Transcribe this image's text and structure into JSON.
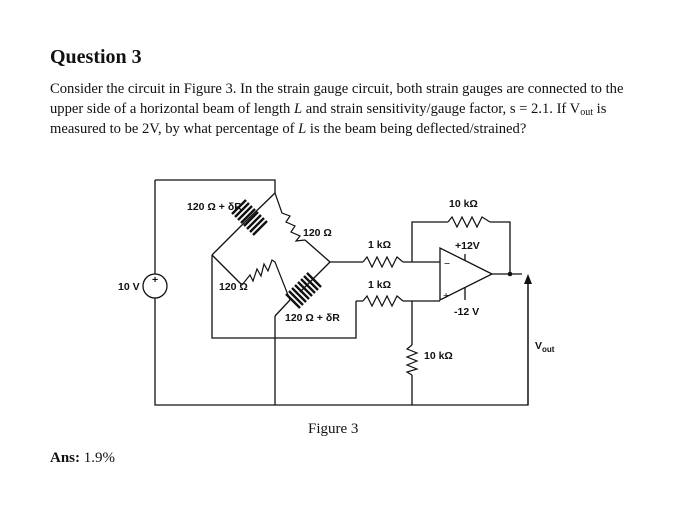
{
  "question": {
    "heading": "Question 3",
    "body_1": "Consider the circuit in Figure 3. In the strain gauge circuit, both strain gauges are connected to the upper side of a horizontal beam of length ",
    "var_L": "L",
    "body_2": " and strain sensitivity/gauge factor, s = 2.1. If V",
    "sub_out": "out",
    "body_3": " is measured to be 2V, by what percentage of ",
    "var_L2": "L",
    "body_4": " is the beam being deflected/strained?"
  },
  "figure": {
    "caption": "Figure 3",
    "labels": {
      "gauge_top": "120 Ω + δR",
      "r_right_top": "120 Ω",
      "r_left_bottom": "120 Ω",
      "gauge_bottom": "120 Ω + δR",
      "source": "10 V",
      "source_plus": "+",
      "r_in_top": "1 kΩ",
      "r_in_bottom": "1 kΩ",
      "r_feedback": "10 kΩ",
      "r_ground": "10 kΩ",
      "vplus_supply": "+12V",
      "vminus_supply": "-12 V",
      "opamp_minus": "−",
      "opamp_plus": "+",
      "vout_main": "V",
      "vout_sub": "out"
    }
  },
  "answer": {
    "label": "Ans:",
    "value": "1.9%"
  }
}
